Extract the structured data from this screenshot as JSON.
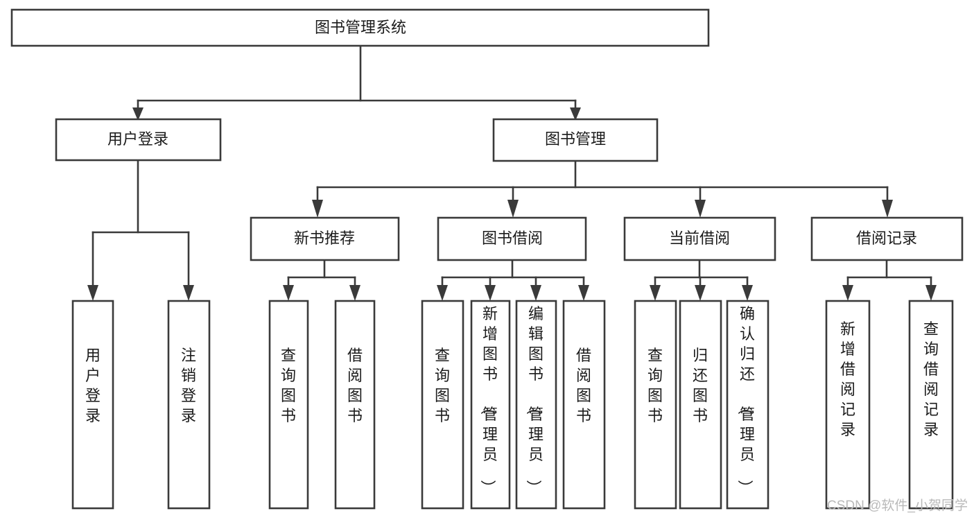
{
  "diagram": {
    "title": "图书管理系统",
    "type": "hierarchy-tree",
    "background_color": "#ffffff",
    "line_color": "#3a3a3a",
    "text_color": "#1b1b1b",
    "box_fill": "#ffffff",
    "levels": [
      {
        "level": 0,
        "nodes": [
          {
            "id": "root",
            "label": "图书管理系统",
            "orientation": "horizontal"
          }
        ]
      },
      {
        "level": 1,
        "nodes": [
          {
            "id": "login",
            "label": "用户登录",
            "orientation": "horizontal",
            "parent": "root"
          },
          {
            "id": "bookmgmt",
            "label": "图书管理",
            "orientation": "horizontal",
            "parent": "root"
          }
        ]
      },
      {
        "level": 2,
        "nodes": [
          {
            "id": "newbook",
            "label": "新书推荐",
            "orientation": "horizontal",
            "parent": "bookmgmt"
          },
          {
            "id": "borrow",
            "label": "图书借阅",
            "orientation": "horizontal",
            "parent": "bookmgmt"
          },
          {
            "id": "current",
            "label": "当前借阅",
            "orientation": "horizontal",
            "parent": "bookmgmt"
          },
          {
            "id": "records",
            "label": "借阅记录",
            "orientation": "horizontal",
            "parent": "bookmgmt"
          }
        ]
      },
      {
        "level": 3,
        "nodes": [
          {
            "id": "leaf-1",
            "label": "用户登录",
            "orientation": "vertical",
            "parent": "login"
          },
          {
            "id": "leaf-2",
            "label": "注销登录",
            "orientation": "vertical",
            "parent": "login"
          },
          {
            "id": "leaf-3",
            "label": "查询图书",
            "orientation": "vertical",
            "parent": "newbook"
          },
          {
            "id": "leaf-4",
            "label": "借阅图书",
            "orientation": "vertical",
            "parent": "newbook"
          },
          {
            "id": "leaf-5",
            "label": "查询图书",
            "orientation": "vertical",
            "parent": "borrow"
          },
          {
            "id": "leaf-6",
            "label": "新增图书（管理员）",
            "orientation": "vertical",
            "parent": "borrow"
          },
          {
            "id": "leaf-7",
            "label": "编辑图书（管理员）",
            "orientation": "vertical",
            "parent": "borrow"
          },
          {
            "id": "leaf-8",
            "label": "借阅图书",
            "orientation": "vertical",
            "parent": "borrow"
          },
          {
            "id": "leaf-9",
            "label": "查询图书",
            "orientation": "vertical",
            "parent": "current"
          },
          {
            "id": "leaf-10",
            "label": "归还图书",
            "orientation": "vertical",
            "parent": "current"
          },
          {
            "id": "leaf-11",
            "label": "确认归还（管理员）",
            "orientation": "vertical",
            "parent": "current"
          },
          {
            "id": "leaf-12",
            "label": "新增借阅记录",
            "orientation": "vertical",
            "parent": "records"
          },
          {
            "id": "leaf-13",
            "label": "查询借阅记录",
            "orientation": "vertical",
            "parent": "records"
          }
        ]
      }
    ]
  },
  "watermark": {
    "text": "CSDN @软件_小贺同学"
  }
}
